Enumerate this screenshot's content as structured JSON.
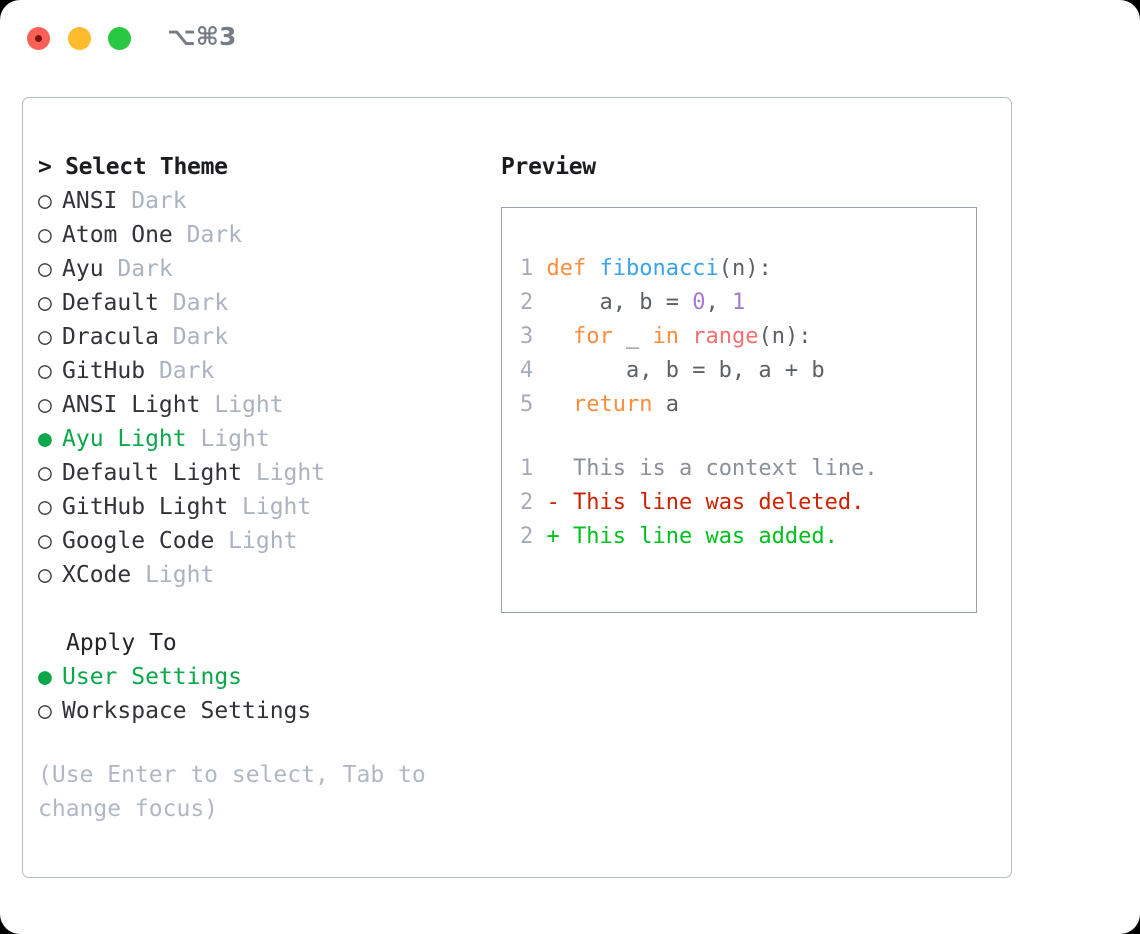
{
  "titlebar": {
    "shortcut": "⌥⌘3",
    "buttons": {
      "close": "close",
      "minimize": "minimize",
      "maximize": "maximize"
    }
  },
  "theme_picker": {
    "header": "> Select Theme",
    "markers": {
      "selected": "●",
      "unselected": "○"
    },
    "items": [
      {
        "marker": "○",
        "name": "ANSI",
        "variant": "Dark",
        "selected": false
      },
      {
        "marker": "○",
        "name": "Atom One",
        "variant": "Dark",
        "selected": false
      },
      {
        "marker": "○",
        "name": "Ayu",
        "variant": "Dark",
        "selected": false
      },
      {
        "marker": "○",
        "name": "Default",
        "variant": "Dark",
        "selected": false
      },
      {
        "marker": "○",
        "name": "Dracula",
        "variant": "Dark",
        "selected": false
      },
      {
        "marker": "○",
        "name": "GitHub",
        "variant": "Dark",
        "selected": false
      },
      {
        "marker": "○",
        "name": "ANSI Light",
        "variant": "Light",
        "selected": false
      },
      {
        "marker": "●",
        "name": "Ayu Light",
        "variant": "Light",
        "selected": true
      },
      {
        "marker": "○",
        "name": "Default Light",
        "variant": "Light",
        "selected": false
      },
      {
        "marker": "○",
        "name": "GitHub Light",
        "variant": "Light",
        "selected": false
      },
      {
        "marker": "○",
        "name": "Google Code",
        "variant": "Light",
        "selected": false
      },
      {
        "marker": "○",
        "name": "XCode",
        "variant": "Light",
        "selected": false
      }
    ]
  },
  "apply_to": {
    "title": "Apply To",
    "items": [
      {
        "marker": "●",
        "name": "User Settings",
        "selected": true
      },
      {
        "marker": "○",
        "name": "Workspace Settings",
        "selected": false
      }
    ]
  },
  "hint": "(Use Enter to select, Tab to change focus)",
  "preview": {
    "title": "Preview",
    "code": [
      {
        "n": "1",
        "tokens": [
          {
            "t": "def ",
            "c": "kw"
          },
          {
            "t": "fibonacci",
            "c": "fn"
          },
          {
            "t": "(n):",
            "c": "id"
          }
        ]
      },
      {
        "n": "2",
        "tokens": [
          {
            "t": "    a, b = ",
            "c": "id"
          },
          {
            "t": "0",
            "c": "num"
          },
          {
            "t": ", ",
            "c": "id"
          },
          {
            "t": "1",
            "c": "num"
          }
        ]
      },
      {
        "n": "3",
        "tokens": [
          {
            "t": "  ",
            "c": "id"
          },
          {
            "t": "for",
            "c": "kw"
          },
          {
            "t": " _ ",
            "c": "id"
          },
          {
            "t": "in",
            "c": "kw"
          },
          {
            "t": " ",
            "c": "id"
          },
          {
            "t": "range",
            "c": "call"
          },
          {
            "t": "(n):",
            "c": "id"
          }
        ]
      },
      {
        "n": "4",
        "tokens": [
          {
            "t": "      a, b = b, a + b",
            "c": "id"
          }
        ]
      },
      {
        "n": "5",
        "tokens": [
          {
            "t": "  ",
            "c": "id"
          },
          {
            "t": "return",
            "c": "kw"
          },
          {
            "t": " a",
            "c": "id"
          }
        ]
      }
    ],
    "diff": [
      {
        "n": "1",
        "sign": " ",
        "text": " This is a context line.",
        "kind": "ctx"
      },
      {
        "n": "2",
        "sign": "-",
        "text": " This line was deleted.",
        "kind": "del"
      },
      {
        "n": "2",
        "sign": "+",
        "text": " This line was added.",
        "kind": "add"
      }
    ]
  },
  "colors": {
    "accent_green": "#0aa84a",
    "keyword_orange": "#fa8d3e",
    "function_blue": "#3aa3ea",
    "call_red": "#f07171",
    "number_purple": "#a37acc",
    "muted_gray": "#aab3bf",
    "diff_deleted": "#cc2200",
    "diff_added": "#00c020"
  }
}
